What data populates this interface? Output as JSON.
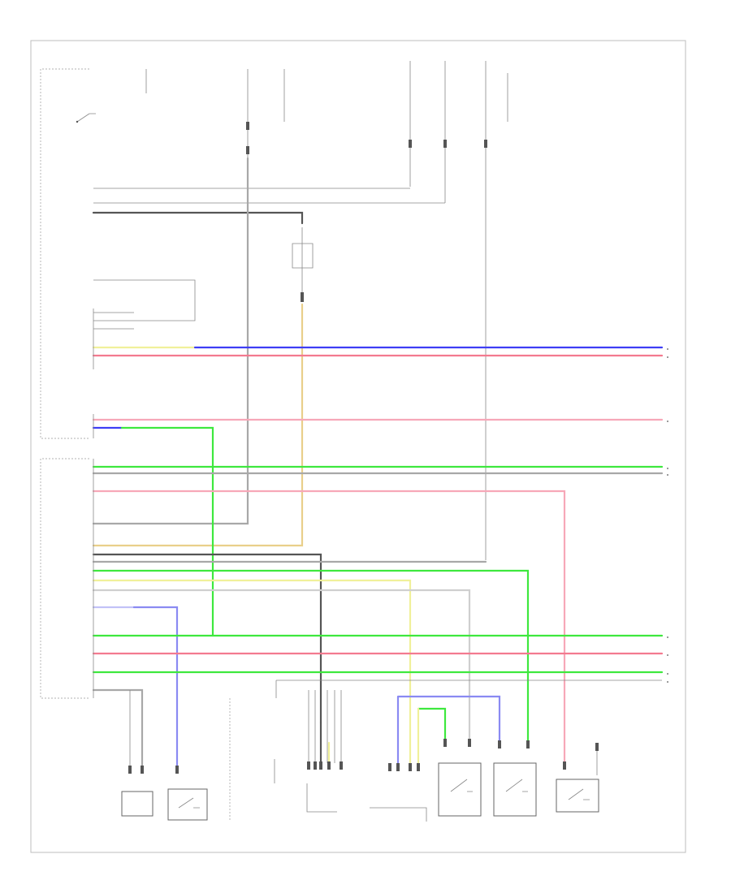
{
  "diagram": {
    "footer_code": "",
    "colors": {
      "frame": "#bdbdbd",
      "blue": "#3e3ef5",
      "red": "#f37a8f",
      "pink": "#f7a8b8",
      "green": "#3ee83e",
      "lightgreen": "#9ff09f",
      "yellow": "#f0f09a",
      "tan": "#e9cf8a",
      "gray": "#a8a8a8",
      "darkgray": "#555555",
      "violet": "#c2c2f7",
      "violet2": "#8a8af2"
    },
    "components": [
      {
        "id": "ecm-block",
        "label": ""
      },
      {
        "id": "sw1",
        "label": ""
      },
      {
        "id": "sw2",
        "label": ""
      },
      {
        "id": "sensor1",
        "label": ""
      },
      {
        "id": "sensor2",
        "label": ""
      },
      {
        "id": "sensor3",
        "label": ""
      },
      {
        "id": "cluster",
        "label": ""
      }
    ]
  }
}
